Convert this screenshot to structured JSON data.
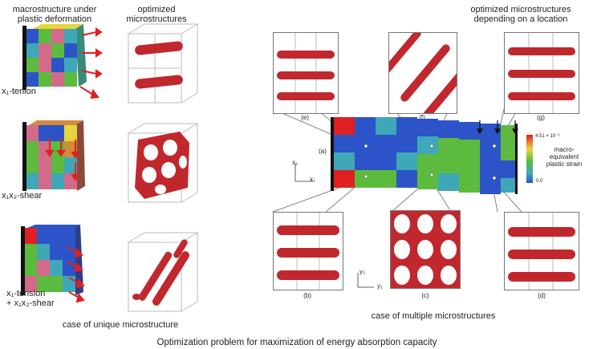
{
  "left": {
    "col1_header": [
      "macrostructure under",
      "plastic deformation"
    ],
    "col2_header": [
      "optimized",
      "microstructures"
    ],
    "case_labels": {
      "tension": "x₁-tenion",
      "shear": "x₁x₂-shear",
      "combined_line1": "x₁-tension",
      "combined_line2": "+ x₁x₂-shear"
    },
    "footer": "case of unique microstructure"
  },
  "right": {
    "header": [
      "optimized microstructures",
      "depending on a location"
    ],
    "panel_letters": [
      "(e)",
      "(f)",
      "(g)",
      "(a)",
      "(b)",
      "(c)",
      "(d)"
    ],
    "colorbar": {
      "max_label": "4.51 × 10⁻²",
      "min_label": "0.0",
      "title": [
        "macro-",
        "equivalent",
        "plastic strain"
      ]
    },
    "axis_labels": {
      "x1": "x₁",
      "x2": "x₂",
      "y1": "y₁",
      "y2": "y₂"
    },
    "footer": "case of multiple microstructures"
  },
  "caption": "Optimization problem for maximization of energy absorption capacity",
  "colors": {
    "rod": "#c0282e",
    "blue": "#2c54c8",
    "green": "#5cbb3e",
    "cyan": "#3fa8b8",
    "yellow": "#e6d63a"
  }
}
